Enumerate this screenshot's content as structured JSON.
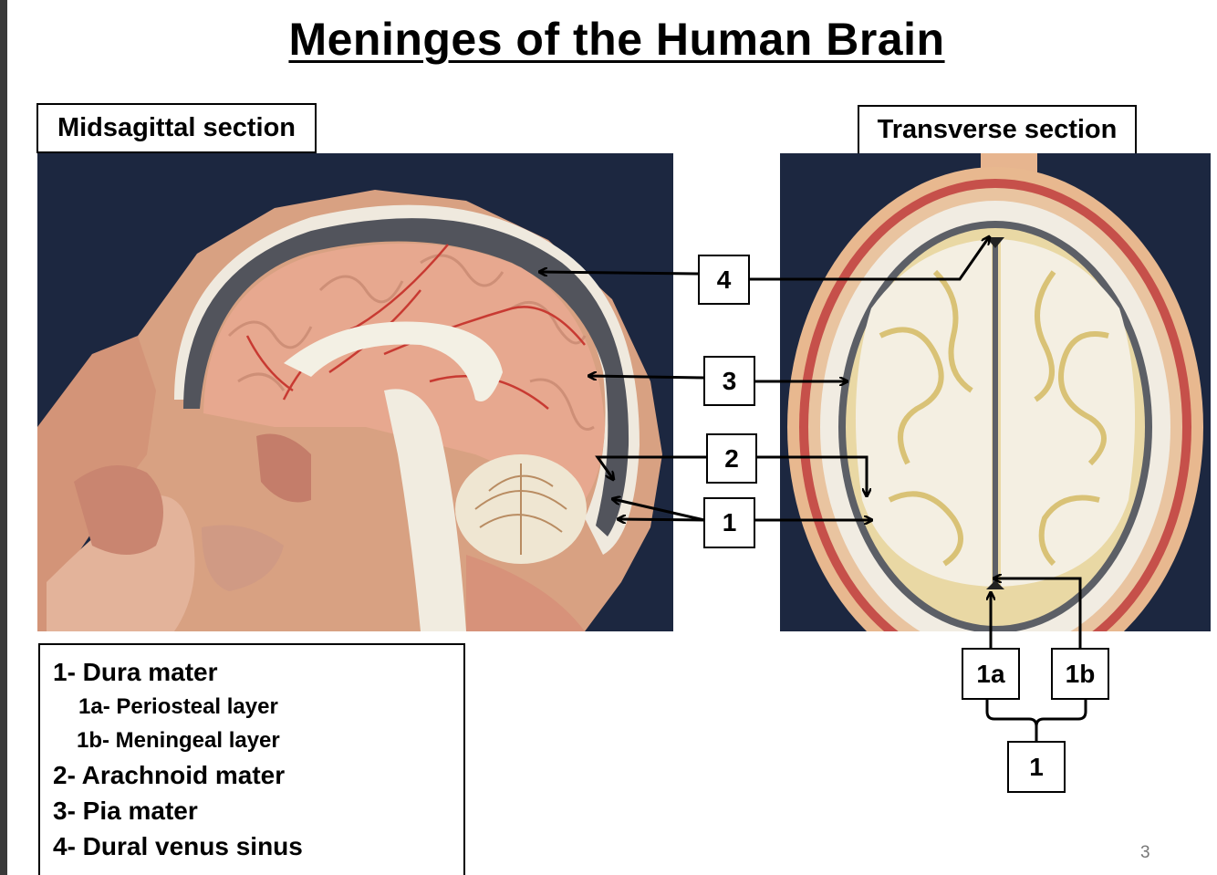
{
  "title": "Meninges of the Human Brain",
  "sections": {
    "left_label": "Midsagittal section",
    "right_label": "Transverse section"
  },
  "markers": {
    "m4": "4",
    "m3": "3",
    "m2": "2",
    "m1": "1",
    "m1a": "1a",
    "m1b": "1b",
    "m1_bottom": "1"
  },
  "legend": {
    "items": [
      "1- Dura mater",
      "1a- Periosteal layer",
      "1b- Meningeal layer",
      "2- Arachnoid mater",
      "3- Pia mater",
      "4- Dural venus sinus"
    ]
  },
  "page_number": "3",
  "colors": {
    "photo_background": "#1c2740",
    "skin": "#d79a7e",
    "brain": "#e9a98f",
    "white_matter": "#f4f1e6",
    "dura": "#5a5a60",
    "vessel": "#c83a32"
  }
}
